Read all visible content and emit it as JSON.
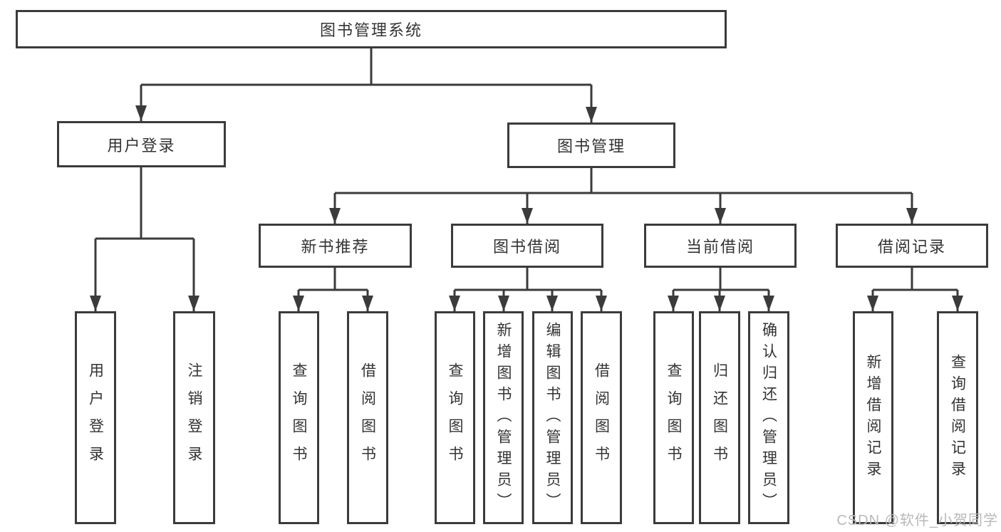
{
  "title": "图书管理系统",
  "branches": [
    {
      "label": "用户登录",
      "leaves": [
        "用户登录",
        "注销登录"
      ]
    },
    {
      "label": "图书管理",
      "groups": [
        {
          "label": "新书推荐",
          "leaves": [
            "查询图书",
            "借阅图书"
          ]
        },
        {
          "label": "图书借阅",
          "leaves": [
            "查询图书",
            "新增图书（管理员）",
            "编辑图书（管理员）",
            "借阅图书"
          ]
        },
        {
          "label": "当前借阅",
          "leaves": [
            "查询图书",
            "归还图书",
            "确认归还（管理员）"
          ]
        },
        {
          "label": "借阅记录",
          "leaves": [
            "新增借阅记录",
            "查询借阅记录"
          ]
        }
      ]
    }
  ],
  "watermark": "CSDN @软件_小贺同学",
  "colors": {
    "line": "#3b3b3b",
    "text": "#333333",
    "watermark": "#b9b9b9",
    "background": "#ffffff"
  }
}
